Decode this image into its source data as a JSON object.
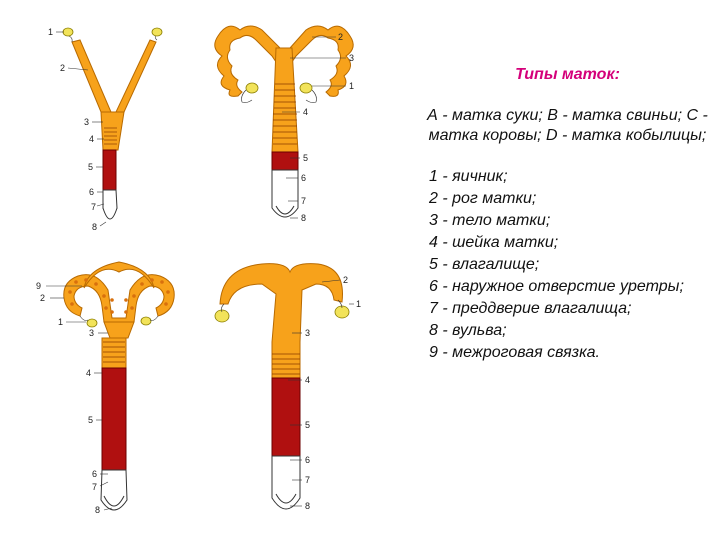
{
  "legend": {
    "title": "Типы маток:",
    "description": "А - матка суки; В - матка свиньи; С - матка коровы; D - матка кобылицы;",
    "items": [
      "1 - яичник;",
      "2 - рог матки;",
      "3 - тело матки;",
      "4 - шейка матки;",
      "5 - влагалище;",
      "6 - наружное отверстие уретры;",
      "7 - преддверие влагалища;",
      "8 - вульва;",
      "9 - межроговая связка."
    ]
  },
  "diagram": {
    "colors": {
      "organ": "#f7a21b",
      "vagina": "#b01010",
      "ovary": "#f2e35a",
      "title": "#d4007a"
    },
    "panels": [
      {
        "id": "A",
        "labels": [
          "1",
          "2",
          "3",
          "4",
          "5",
          "6",
          "7",
          "8"
        ]
      },
      {
        "id": "B",
        "labels": [
          "2",
          "3",
          "1",
          "4",
          "5",
          "6",
          "7",
          "8"
        ]
      },
      {
        "id": "C",
        "labels": [
          "9",
          "2",
          "1",
          "3",
          "4",
          "5",
          "6",
          "7",
          "8"
        ]
      },
      {
        "id": "D",
        "labels": [
          "2",
          "1",
          "3",
          "4",
          "5",
          "6",
          "7",
          "8"
        ]
      }
    ]
  }
}
